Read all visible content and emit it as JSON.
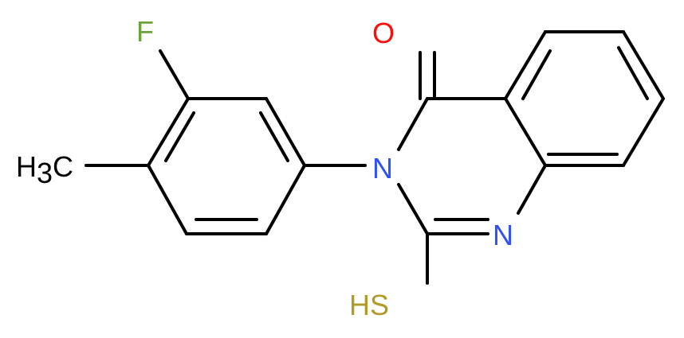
{
  "molecule": {
    "atoms": {
      "fluorine": {
        "symbol": "F",
        "color": "#6da33a"
      },
      "methyl": {
        "main": "H",
        "sub": "3",
        "tail": "C",
        "color": "#000000"
      },
      "oxygen": {
        "symbol": "O",
        "color": "#ff0d0d"
      },
      "nitrogen_3": {
        "symbol": "N",
        "color": "#3050f8"
      },
      "nitrogen_1": {
        "symbol": "N",
        "color": "#3050f8"
      },
      "thiol": {
        "symbol": "HS",
        "color": "#b09a2a"
      }
    },
    "bond_color": "#000000"
  }
}
